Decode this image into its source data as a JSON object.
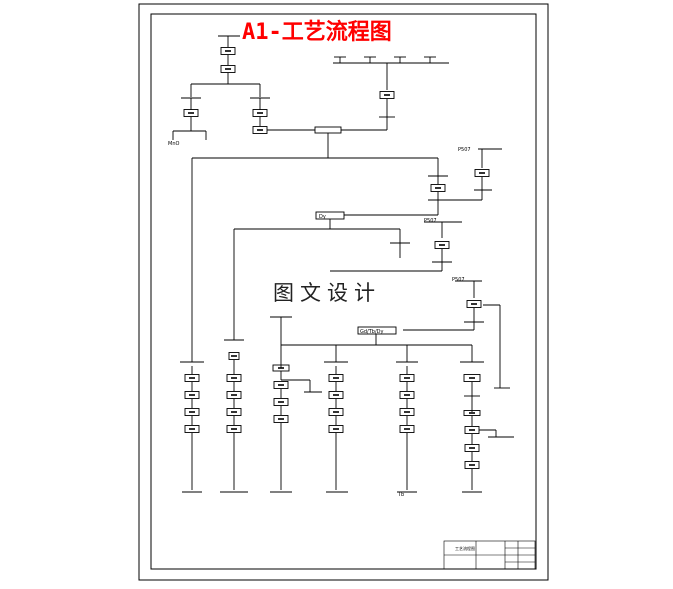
{
  "drawing": {
    "title": "A1-工艺流程图",
    "title_color": "#ff0000",
    "line_color": "#000000",
    "watermark": "图文设计",
    "watermark_color": "#222222",
    "labels": {
      "mn_label": "MnO",
      "p507_a": "P507",
      "p507_b": "P507",
      "p507_c": "P507",
      "dy_label": "Dy",
      "gd_tb_dy": "Gd/Tb/Dy",
      "tb_label": "Tb"
    }
  },
  "title_block": {
    "project": "工艺流程图"
  }
}
